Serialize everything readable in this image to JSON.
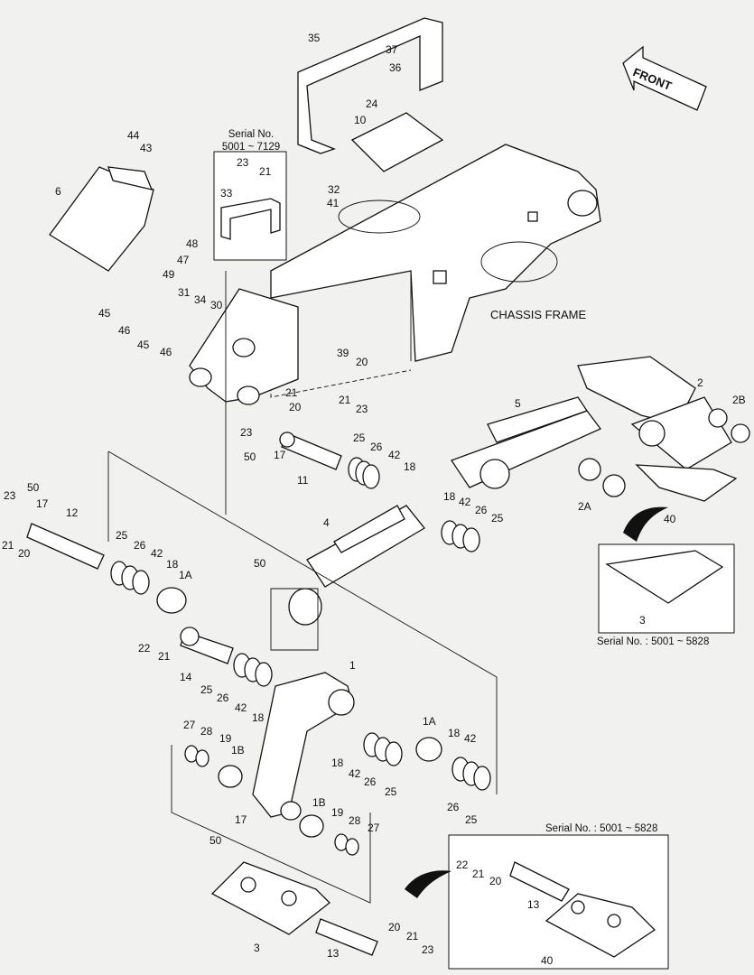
{
  "labels": {
    "p35": "35",
    "p37": "37",
    "p36": "36",
    "p24": "24",
    "p10": "10",
    "p44": "44",
    "p43": "43",
    "p6": "6",
    "p48": "48",
    "p47": "47",
    "p49": "49",
    "p32": "32",
    "p41": "41",
    "s1_23": "23",
    "s1_21": "21",
    "s1_33": "33",
    "p31": "31",
    "p34": "34",
    "p30": "30",
    "p45a": "45",
    "p46a": "46",
    "p45b": "45",
    "p46b": "46",
    "p39": "39",
    "p20a": "20",
    "p21a": "21",
    "p23a": "23",
    "p21b": "21",
    "p20b": "20",
    "p23b": "23",
    "p50a": "50",
    "p17a": "17",
    "p11": "11",
    "p25a": "25",
    "p26a": "26",
    "p42a": "42",
    "p18a": "18",
    "p5": "5",
    "p2": "2",
    "p2B": "2B",
    "p2A": "2A",
    "p40a": "40",
    "p18b": "18",
    "p42b": "42",
    "p26b": "26",
    "p25b": "25",
    "p4": "4",
    "l23": "23",
    "l50": "50",
    "l17": "17",
    "l21": "21",
    "l20": "20",
    "p12": "12",
    "p25c": "25",
    "p26c": "26",
    "p42c": "42",
    "p18c": "18",
    "p1A": "1A",
    "p50b": "50",
    "p22a": "22",
    "p21c": "21",
    "p14": "14",
    "p25d": "25",
    "p26d": "26",
    "p42d": "42",
    "p18d": "18",
    "p1": "1",
    "p27a": "27",
    "p28a": "28",
    "p19a": "19",
    "p1B": "1B",
    "p18e": "18",
    "p42e": "42",
    "p26e": "26",
    "p25e": "25",
    "p1Ab": "1A",
    "p18f": "18",
    "p42f": "42",
    "p26f": "26",
    "p25f": "25",
    "p1Bb": "1B",
    "p19b": "19",
    "p28b": "28",
    "p27b": "27",
    "p17b": "17",
    "p50c": "50",
    "p3a": "3",
    "p13a": "13",
    "p20c": "20",
    "p21d": "21",
    "p23c": "23",
    "p3b": "3",
    "s3_22": "22",
    "s3_21": "21",
    "s3_20": "20",
    "s3_13": "13",
    "s3_40": "40"
  },
  "chassis_label": "CHASSIS FRAME",
  "front_label": "FRONT",
  "serial_box_1": {
    "line1": "Serial No.",
    "line2": "5001 ~ 7129"
  },
  "serial_box_2": "Serial No. : 5001 ~ 5828",
  "serial_box_3": "Serial No. : 5001 ~ 5828"
}
